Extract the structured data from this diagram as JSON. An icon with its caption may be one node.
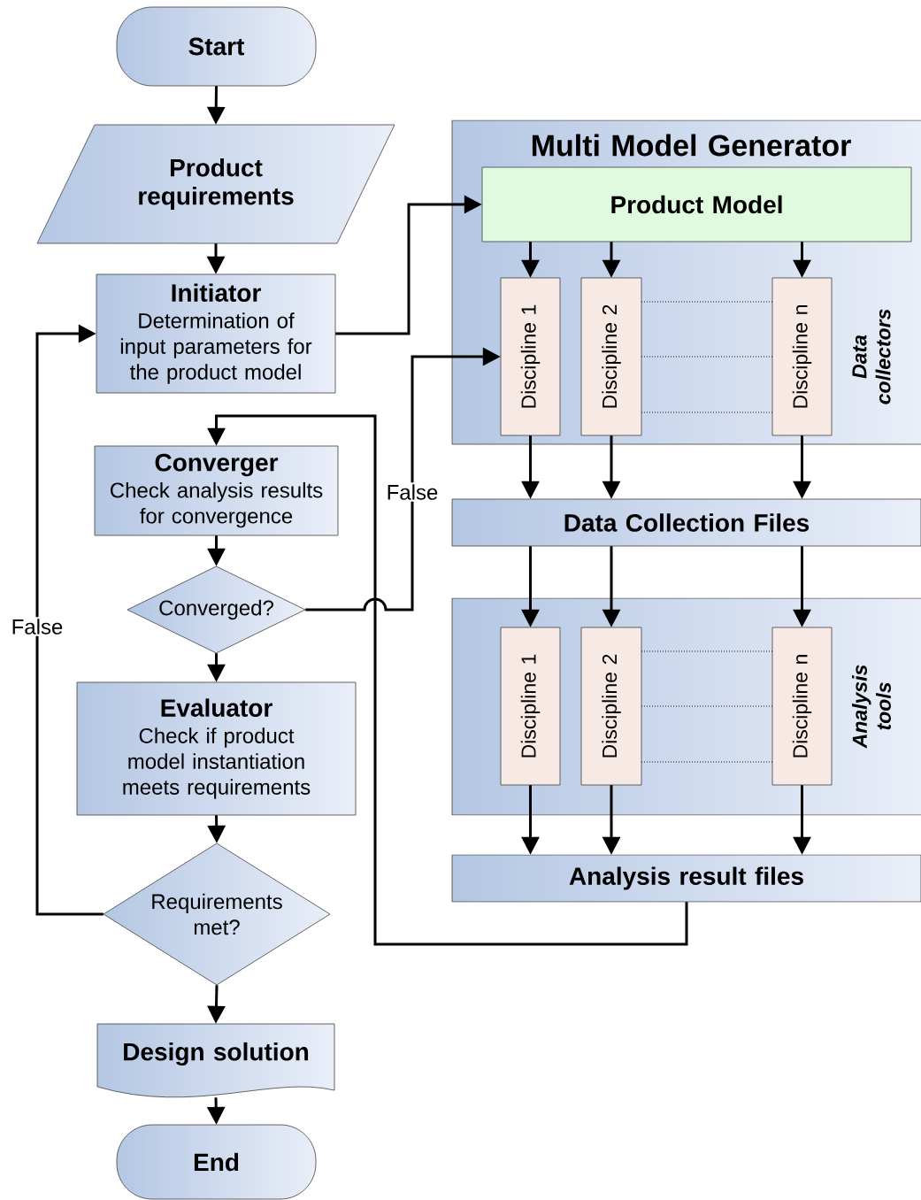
{
  "diagram": {
    "nodes": [
      {
        "text": [
          "Start"
        ]
      },
      {
        "text": [
          "Product requirements"
        ]
      },
      {
        "text": [
          "Initiator",
          "Determination of input parameters for the product model"
        ]
      },
      {
        "text": [
          "Converger",
          "Check analysis results for convergence"
        ]
      },
      {
        "text": [
          "Converged?"
        ]
      },
      {
        "text": [
          "Evaluator",
          "Check if product model instantiation meets requirements"
        ]
      },
      {
        "text": [
          "Requirements met?"
        ]
      },
      {
        "text": [
          "Design solution"
        ]
      },
      {
        "text": [
          "End"
        ]
      },
      {
        "text": [
          "Multi Model Generator",
          "Data collectors"
        ]
      },
      {
        "text": [
          "Product Model"
        ],
        "in": 9
      },
      {
        "text": [
          "Discipline 1"
        ],
        "in": 9
      },
      {
        "text": [
          "Discipline 2"
        ],
        "in": 9
      },
      {
        "text": [
          "Discipline n"
        ],
        "in": 9
      },
      {
        "text": [
          "Data Collection Files"
        ]
      },
      {
        "text": [
          "Analysis tools"
        ]
      },
      {
        "text": [
          "Discipline 1"
        ],
        "in": 15
      },
      {
        "text": [
          "Discipline 2"
        ],
        "in": 15
      },
      {
        "text": [
          "Discipline n"
        ],
        "in": 15
      },
      {
        "text": [
          "Analysis result files"
        ]
      }
    ],
    "edges": [
      {
        "from": 0,
        "to": 1,
        "arrow": "to"
      },
      {
        "from": 1,
        "to": 2,
        "arrow": "to"
      },
      {
        "from": 2,
        "to": 10,
        "arrow": "to"
      },
      {
        "from": 3,
        "to": 4,
        "arrow": "to"
      },
      {
        "from": 4,
        "to": 11,
        "arrow": "to",
        "label": "False"
      },
      {
        "from": 4,
        "to": 5,
        "arrow": "to"
      },
      {
        "from": 5,
        "to": 6,
        "arrow": "to"
      },
      {
        "from": 6,
        "to": 2,
        "arrow": "to",
        "label": "False"
      },
      {
        "from": 6,
        "to": 7,
        "arrow": "to"
      },
      {
        "from": 7,
        "to": 8,
        "arrow": "to"
      },
      {
        "from": 10,
        "to": 11,
        "arrow": "to"
      },
      {
        "from": 10,
        "to": 12,
        "arrow": "to"
      },
      {
        "from": 10,
        "to": 13,
        "arrow": "to"
      },
      {
        "from": 11,
        "to": 14,
        "arrow": "to"
      },
      {
        "from": 12,
        "to": 14,
        "arrow": "to"
      },
      {
        "from": 13,
        "to": 14,
        "arrow": "to"
      },
      {
        "from": 14,
        "to": 16,
        "arrow": "to"
      },
      {
        "from": 14,
        "to": 17,
        "arrow": "to"
      },
      {
        "from": 14,
        "to": 18,
        "arrow": "to"
      },
      {
        "from": 16,
        "to": 19,
        "arrow": "to"
      },
      {
        "from": 17,
        "to": 19,
        "arrow": "to"
      },
      {
        "from": 18,
        "to": 19,
        "arrow": "to"
      },
      {
        "from": 19,
        "to": 3,
        "arrow": "to"
      },
      {
        "from": 12,
        "to": 13,
        "arrow": "none",
        "style": "dashed"
      },
      {
        "from": 12,
        "to": 13,
        "arrow": "none",
        "style": "dashed"
      },
      {
        "from": 12,
        "to": 13,
        "arrow": "none",
        "style": "dashed"
      },
      {
        "from": 17,
        "to": 18,
        "arrow": "none",
        "style": "dashed"
      },
      {
        "from": 17,
        "to": 18,
        "arrow": "none",
        "style": "dashed"
      },
      {
        "from": 17,
        "to": 18,
        "arrow": "none",
        "style": "dashed"
      }
    ]
  }
}
